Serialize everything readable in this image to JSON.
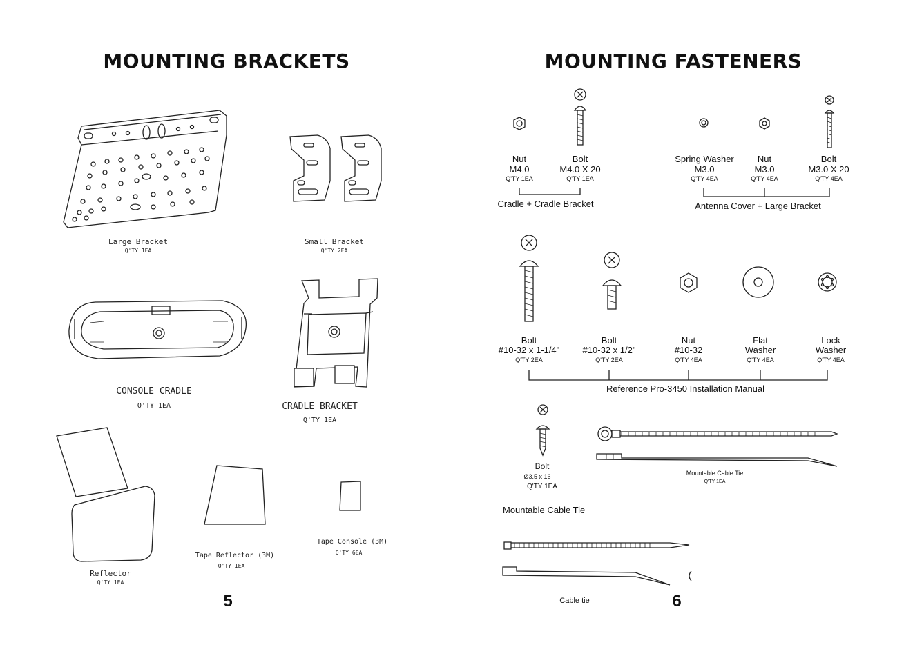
{
  "left_page": {
    "title": "MOUNTING BRACKETS",
    "page_number": "5",
    "items": {
      "large_bracket": {
        "name": "Large Bracket",
        "qty": "Q'TY 1EA"
      },
      "small_bracket": {
        "name": "Small Bracket",
        "qty": "Q'TY 2EA"
      },
      "console_cradle": {
        "name": "CONSOLE CRADLE",
        "qty": "Q'TY 1EA"
      },
      "cradle_bracket": {
        "name": "CRADLE BRACKET",
        "qty": "Q'TY 1EA"
      },
      "reflector": {
        "name": "Reflector",
        "qty": "Q'TY 1EA"
      },
      "tape_reflector": {
        "name": "Tape Reflector (3M)",
        "qty": "Q'TY 1EA"
      },
      "tape_console": {
        "name": "Tape Console (3M)",
        "qty": "Q'TY 6EA"
      }
    }
  },
  "right_page": {
    "title": "MOUNTING FASTENERS",
    "page_number": "6",
    "group1": {
      "nut": {
        "name": "Nut",
        "size": "M4.0",
        "qty": "Q'TY 1EA"
      },
      "bolt": {
        "name": "Bolt",
        "size": "M4.0 X 20",
        "qty": "Q'TY 1EA"
      },
      "caption": "Cradle + Cradle Bracket"
    },
    "group2": {
      "spring_washer": {
        "name": "Spring Washer",
        "size": "M3.0",
        "qty": "Q'TY 4EA"
      },
      "nut": {
        "name": "Nut",
        "size": "M3.0",
        "qty": "Q'TY 4EA"
      },
      "bolt": {
        "name": "Bolt",
        "size": "M3.0 X 20",
        "qty": "Q'TY 4EA"
      },
      "caption": "Antenna Cover + Large Bracket"
    },
    "group3": {
      "bolt_long": {
        "name": "Bolt",
        "size": "#10-32 x 1-1/4\"",
        "qty": "Q'TY 2EA"
      },
      "bolt_short": {
        "name": "Bolt",
        "size": "#10-32 x 1/2\"",
        "qty": "Q'TY 2EA"
      },
      "nut": {
        "name": "Nut",
        "size": "#10-32",
        "qty": "Q'TY 4EA"
      },
      "flat_washer": {
        "name": "Flat",
        "name2": "Washer",
        "qty": "Q'TY 4EA"
      },
      "lock_washer": {
        "name": "Lock",
        "name2": "Washer",
        "qty": "Q'TY 4EA"
      },
      "caption": "Reference Pro-3450 Installation Manual"
    },
    "group4": {
      "bolt": {
        "name": "Bolt",
        "size": "Ø3.5 x 16",
        "qty": "Q'TY 1EA"
      },
      "mountable_tie": {
        "name": "Mountable Cable Tie",
        "qty": "Q'TY 1EA"
      }
    },
    "section_label": "Mountable Cable Tie",
    "cable_tie_label": "Cable tie"
  }
}
